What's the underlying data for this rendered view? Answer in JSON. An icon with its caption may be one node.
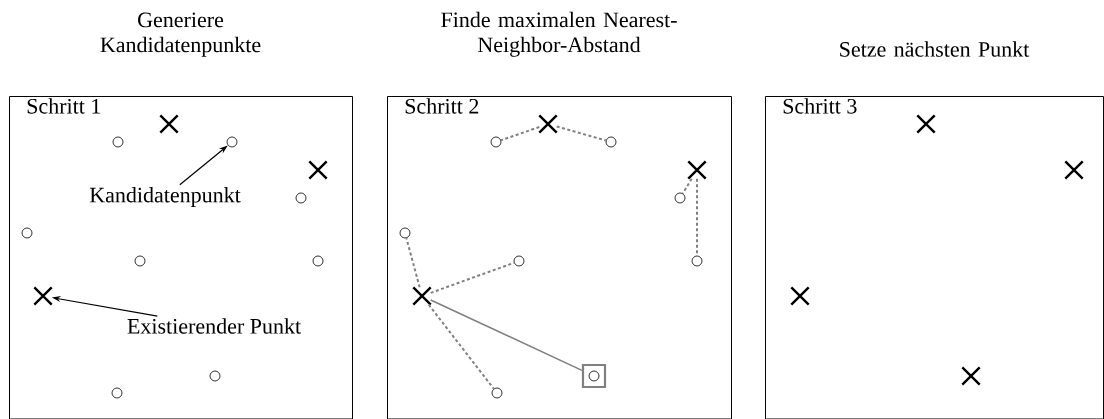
{
  "diagram": {
    "nodes": [
      {
        "text": [
          "Generiere Kandidatenpunkte",
          "Schritt 1"
        ]
      },
      {
        "text": [],
        "shape": "cross",
        "in": 0
      },
      {
        "text": [],
        "shape": "cross",
        "in": 0
      },
      {
        "text": [],
        "shape": "cross",
        "in": 0
      },
      {
        "text": [],
        "shape": "circle",
        "in": 0
      },
      {
        "text": [],
        "shape": "circle",
        "in": 0
      },
      {
        "text": [],
        "shape": "circle",
        "in": 0
      },
      {
        "text": [],
        "shape": "circle",
        "in": 0
      },
      {
        "text": [],
        "shape": "circle",
        "in": 0
      },
      {
        "text": [],
        "shape": "circle",
        "in": 0
      },
      {
        "text": [],
        "shape": "circle",
        "in": 0
      },
      {
        "text": [],
        "shape": "circle",
        "in": 0
      },
      {
        "text": [
          "Kandidatenpunkt"
        ],
        "in": 0
      },
      {
        "text": [
          "Existierender Punkt"
        ],
        "in": 0
      },
      {
        "text": [
          "Finde maximalen Nearest-Neighbor-Abstand",
          "Schritt 2"
        ]
      },
      {
        "text": [],
        "shape": "cross",
        "in": 14
      },
      {
        "text": [],
        "shape": "cross",
        "in": 14
      },
      {
        "text": [],
        "shape": "cross",
        "in": 14
      },
      {
        "text": [],
        "shape": "circle",
        "in": 14
      },
      {
        "text": [],
        "shape": "circle",
        "in": 14
      },
      {
        "text": [],
        "shape": "circle",
        "in": 14
      },
      {
        "text": [],
        "shape": "circle",
        "in": 14
      },
      {
        "text": [],
        "shape": "circle",
        "in": 14
      },
      {
        "text": [],
        "shape": "circle",
        "in": 14
      },
      {
        "text": [],
        "shape": "box",
        "in": 14
      },
      {
        "text": [],
        "shape": "circle",
        "in": 24
      },
      {
        "text": [],
        "shape": "circle",
        "in": 14
      },
      {
        "text": [
          "Setze nächsten Punkt",
          "Schritt 3"
        ]
      },
      {
        "text": [],
        "shape": "cross",
        "in": 27
      },
      {
        "text": [],
        "shape": "cross",
        "in": 27
      },
      {
        "text": [],
        "shape": "cross",
        "in": 27
      },
      {
        "text": [],
        "shape": "cross",
        "in": 27
      }
    ],
    "edges": [
      {
        "from": 12,
        "to": 5,
        "arrow": "to",
        "color": "#000000"
      },
      {
        "from": 13,
        "to": 3,
        "arrow": "to",
        "color": "#000000"
      },
      {
        "from": 15,
        "to": 18,
        "arrow": "none",
        "style": "dashed"
      },
      {
        "from": 15,
        "to": 19,
        "arrow": "none",
        "style": "dashed"
      },
      {
        "from": 16,
        "to": 20,
        "arrow": "none",
        "style": "dashed"
      },
      {
        "from": 16,
        "to": 23,
        "arrow": "none",
        "style": "dashed"
      },
      {
        "from": 17,
        "to": 21,
        "arrow": "none",
        "style": "dashed"
      },
      {
        "from": 17,
        "to": 22,
        "arrow": "none",
        "style": "dashed"
      },
      {
        "from": 17,
        "to": 26,
        "arrow": "none",
        "style": "dashed"
      },
      {
        "from": 17,
        "to": 24,
        "arrow": "none"
      }
    ]
  }
}
